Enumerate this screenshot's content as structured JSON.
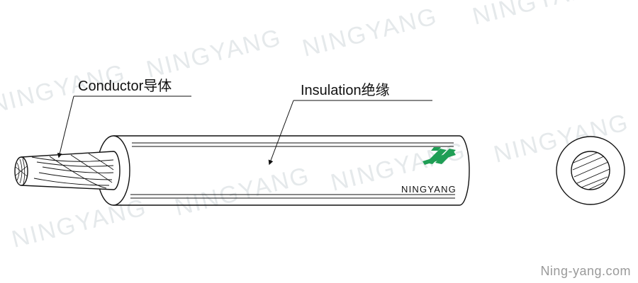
{
  "labels": {
    "conductor": "Conductor导体",
    "insulation": "Insulation绝缘"
  },
  "brand": {
    "cable_print": "NINGYANG",
    "watermark": "NINGYANG",
    "website": "Ning-yang.com",
    "logo_color": "#1f9e55"
  },
  "colors": {
    "line": "#111111",
    "watermark": "#c7cfd3",
    "website_text": "#9a9a9a"
  },
  "icons": {
    "logo": "ningyang-stripes-logo",
    "arrow": "leader-arrow"
  }
}
